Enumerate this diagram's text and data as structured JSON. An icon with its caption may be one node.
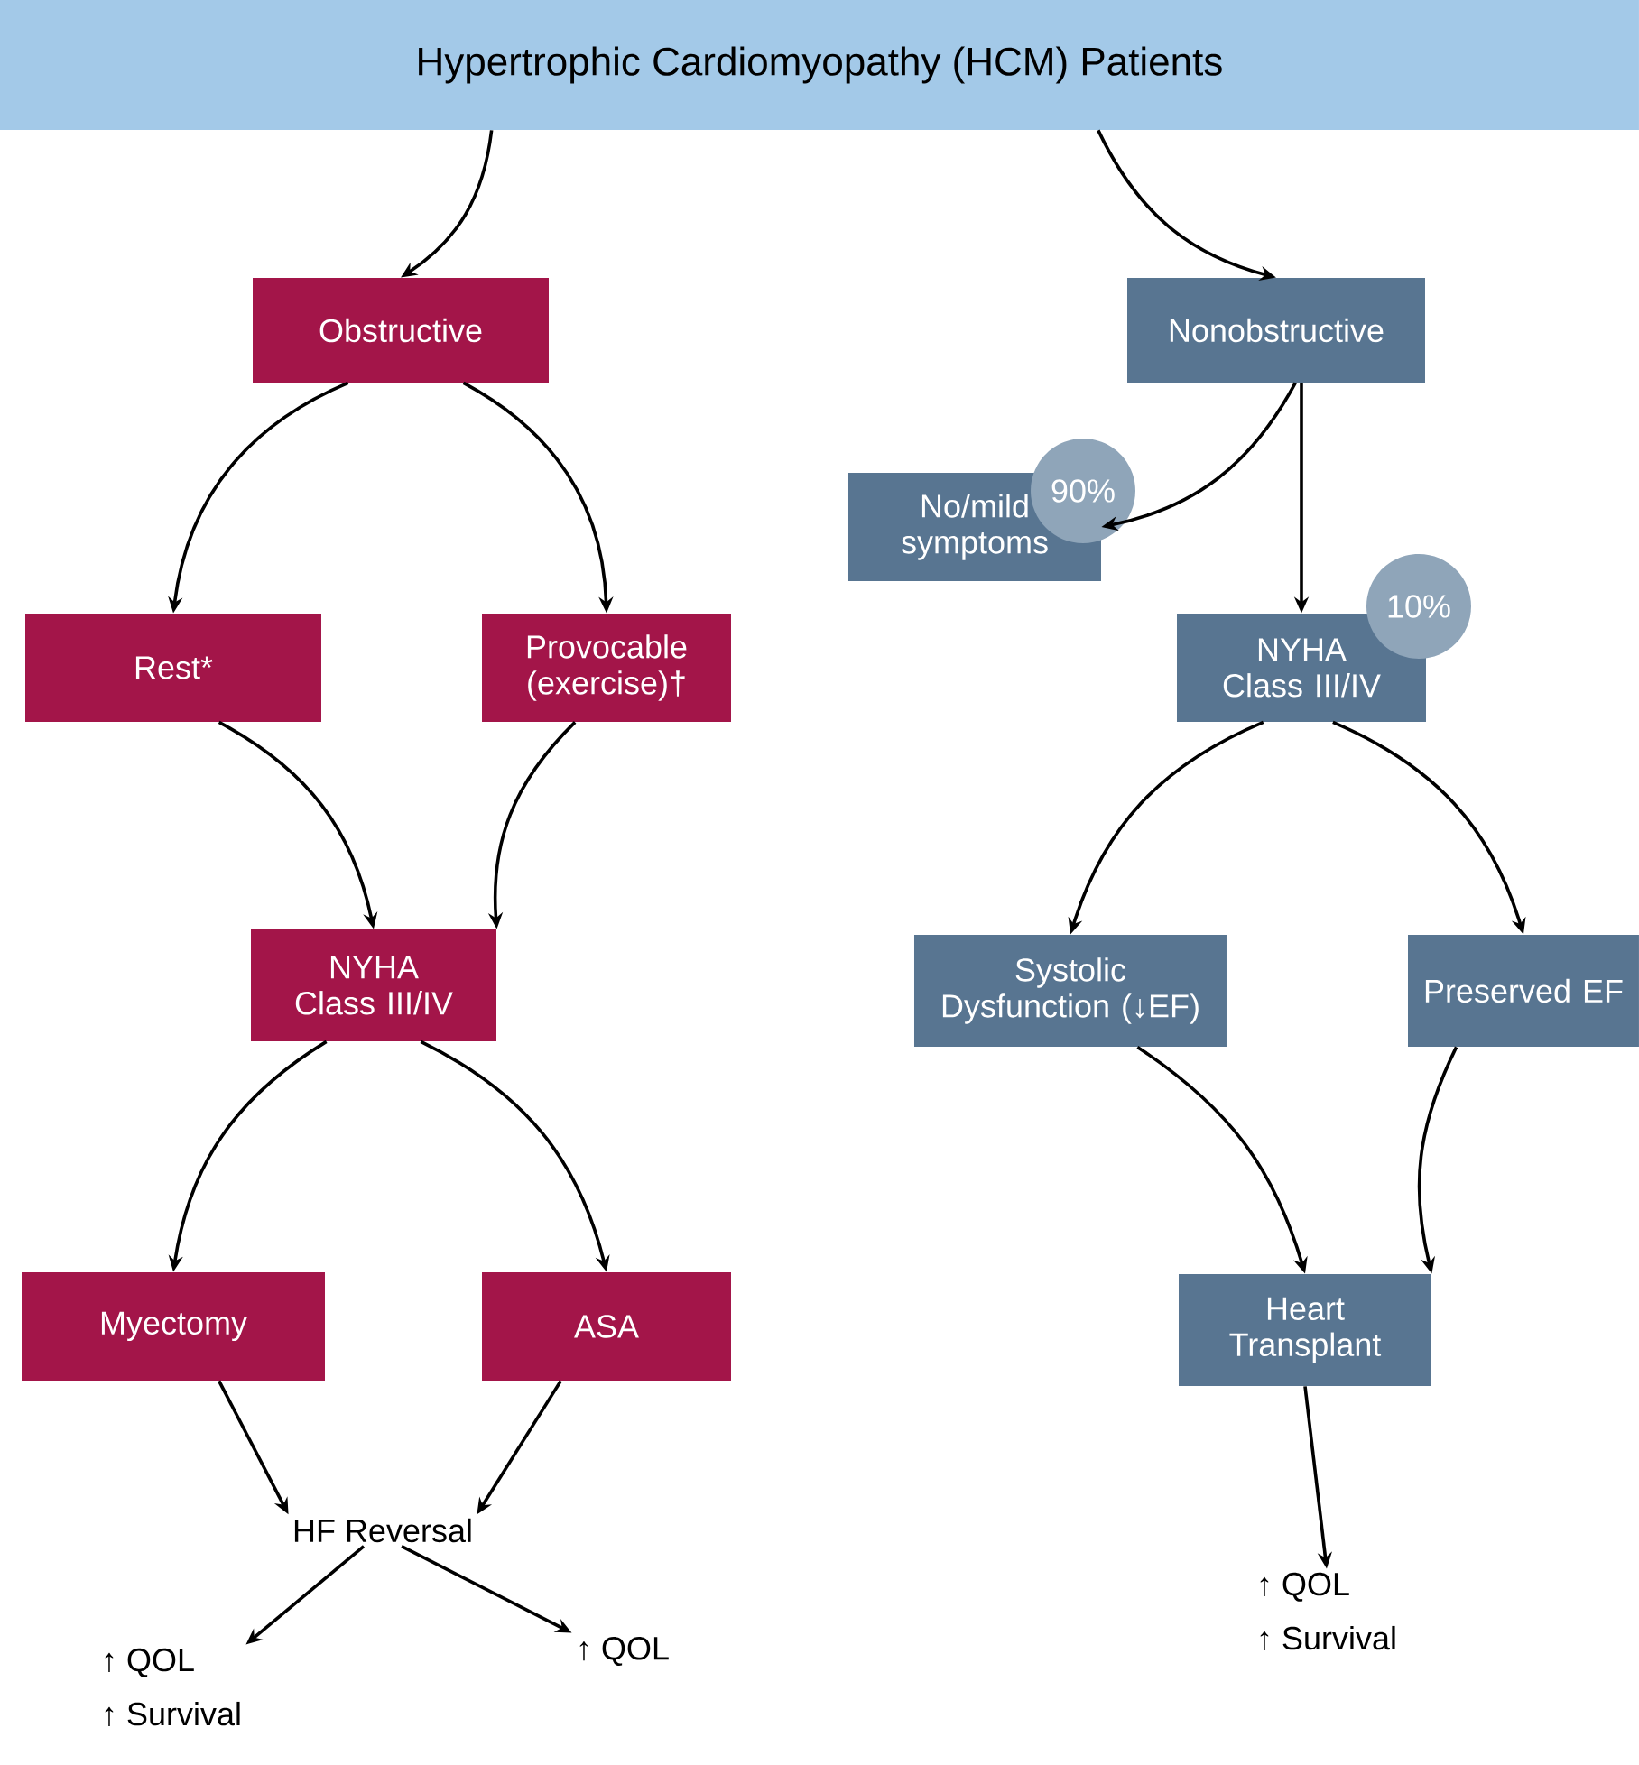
{
  "diagram": {
    "nodes": [
      {
        "text": [
          "Hypertrophic Cardiomyopathy (HCM) Patients"
        ]
      },
      {
        "text": [
          "Obstructive"
        ]
      },
      {
        "text": [
          "Nonobstructive"
        ]
      },
      {
        "text": [
          "No/mild symptoms"
        ]
      },
      {
        "text": [
          "90%"
        ]
      },
      {
        "text": [
          "Rest*"
        ]
      },
      {
        "text": [
          "Provocable (exercise)†"
        ]
      },
      {
        "text": [
          "NYHA Class III/IV"
        ]
      },
      {
        "text": [
          "10%"
        ]
      },
      {
        "text": [
          "NYHA Class III/IV"
        ]
      },
      {
        "text": [
          "Systolic Dysfunction (↓EF)"
        ]
      },
      {
        "text": [
          "Preserved EF"
        ]
      },
      {
        "text": [
          "Myectomy"
        ]
      },
      {
        "text": [
          "ASA"
        ]
      },
      {
        "text": [
          "Heart Transplant"
        ]
      },
      {
        "text": [
          "HF Reversal"
        ]
      },
      {
        "text": [
          "↑ QOL",
          "↑ Survival"
        ]
      },
      {
        "text": [
          "↑ QOL"
        ]
      },
      {
        "text": [
          "↑ QOL",
          "↑ Survival"
        ]
      }
    ],
    "edges": [
      {
        "from": 0,
        "to": 1,
        "arrow": "to"
      },
      {
        "from": 0,
        "to": 2,
        "arrow": "to"
      },
      {
        "from": 1,
        "to": 5,
        "arrow": "to"
      },
      {
        "from": 1,
        "to": 6,
        "arrow": "to"
      },
      {
        "from": 2,
        "to": 3,
        "arrow": "to"
      },
      {
        "from": 2,
        "to": 7,
        "arrow": "to"
      },
      {
        "from": 5,
        "to": 9,
        "arrow": "to"
      },
      {
        "from": 6,
        "to": 9,
        "arrow": "to"
      },
      {
        "from": 7,
        "to": 10,
        "arrow": "to"
      },
      {
        "from": 7,
        "to": 11,
        "arrow": "to"
      },
      {
        "from": 9,
        "to": 12,
        "arrow": "to"
      },
      {
        "from": 9,
        "to": 13,
        "arrow": "to"
      },
      {
        "from": 12,
        "to": 15,
        "arrow": "to"
      },
      {
        "from": 13,
        "to": 15,
        "arrow": "to"
      },
      {
        "from": 15,
        "to": 16,
        "arrow": "to"
      },
      {
        "from": 15,
        "to": 17,
        "arrow": "to"
      },
      {
        "from": 10,
        "to": 14,
        "arrow": "to"
      },
      {
        "from": 11,
        "to": 14,
        "arrow": "to"
      },
      {
        "from": 14,
        "to": 18,
        "arrow": "to"
      }
    ]
  }
}
